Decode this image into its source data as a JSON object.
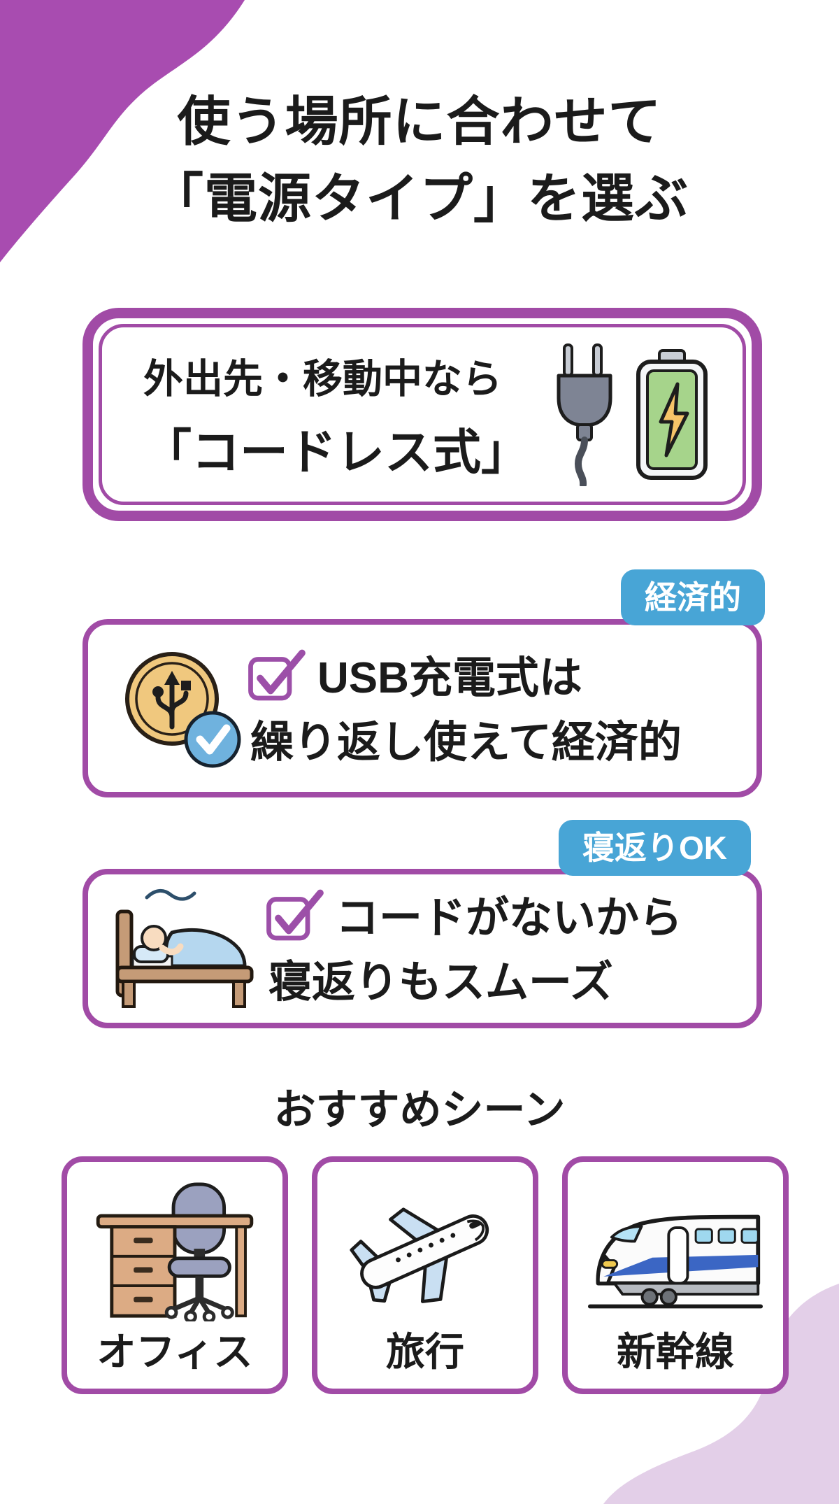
{
  "colors": {
    "accent_purple": "#a14ba6",
    "blob_top_purple": "#a84cb0",
    "blob_bottom_lavender": "#e3cfe8",
    "badge_blue": "#48a5d6",
    "checkbox_purple": "#9c4fa8",
    "text_black": "#1b1b1b",
    "battery_green": "#a6d48b",
    "bolt_yellow": "#f6c468",
    "coin_gold": "#f0c87e",
    "check_circle_blue": "#6fb2de",
    "train_stripe_blue": "#3b66c4"
  },
  "title": {
    "line1": "使う場所に合わせて",
    "line2": "「電源タイプ」を選ぶ"
  },
  "hero_card": {
    "line1": "外出先・移動中なら",
    "line2": "「コードレス式」",
    "icons": [
      "power-plug-icon",
      "charging-battery-icon"
    ]
  },
  "feature_cards": [
    {
      "badge": "経済的",
      "icon": "usb-coin-check-icon",
      "line1": "USB充電式は",
      "line2": "繰り返し使えて経済的"
    },
    {
      "badge": "寝返りOK",
      "icon": "sleeping-in-bed-icon",
      "line1": "コードがないから",
      "line2": "寝返りもスムーズ"
    }
  ],
  "recommend": {
    "heading": "おすすめシーン",
    "scenes": [
      {
        "label": "オフィス",
        "icon": "office-desk-icon"
      },
      {
        "label": "旅行",
        "icon": "airplane-icon"
      },
      {
        "label": "新幹線",
        "icon": "bullet-train-icon"
      }
    ]
  }
}
